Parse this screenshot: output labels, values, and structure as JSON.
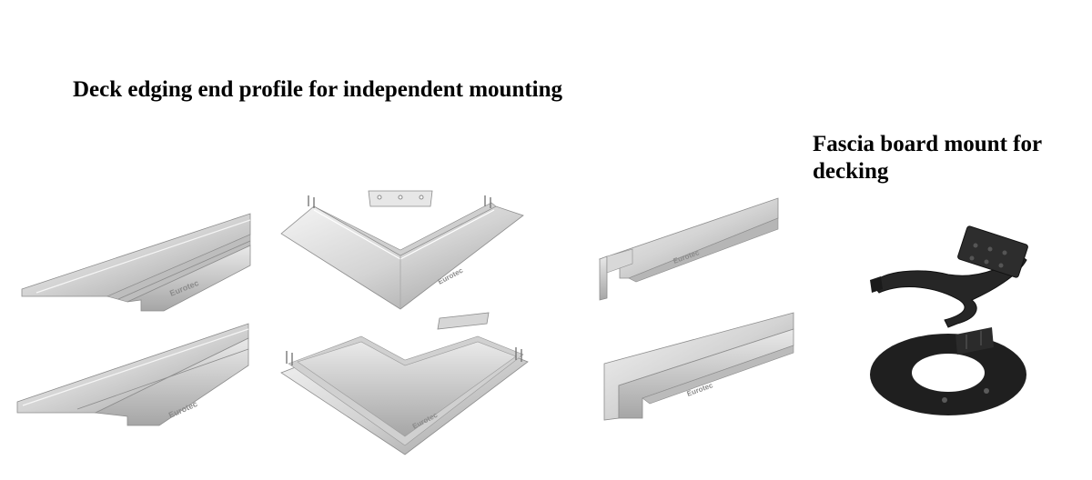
{
  "headings": {
    "left": "Deck edging end profile for independent mounting",
    "right_line1": "Fascia board mount for",
    "right_line2": "decking"
  },
  "brand": "Eurotec",
  "colors": {
    "background": "#ffffff",
    "text": "#000000",
    "aluminium": "#c9c9c9",
    "bracket": "#1f1f1f"
  }
}
